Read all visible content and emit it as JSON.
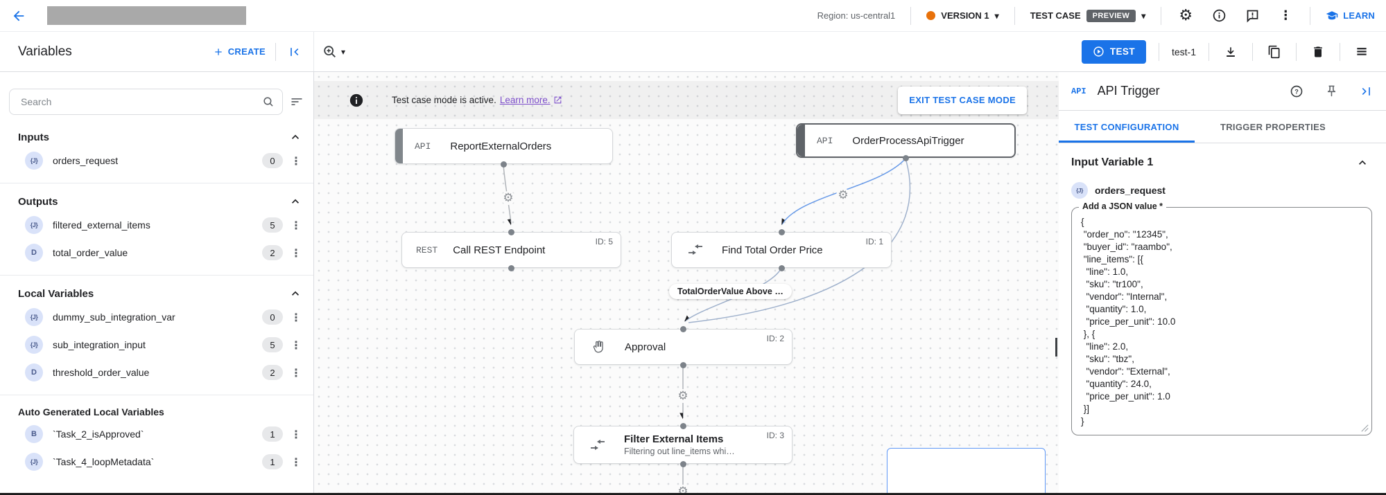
{
  "topbar": {
    "region": "Region: us-central1",
    "version": "VERSION 1",
    "test_case": "TEST CASE",
    "preview": "PREVIEW",
    "learn": "LEARN"
  },
  "toolbar": {
    "title": "Variables",
    "create": "CREATE",
    "test": "TEST",
    "test_case_name": "test-1"
  },
  "sidebar": {
    "search_placeholder": "Search",
    "sections": {
      "inputs": {
        "title": "Inputs"
      },
      "outputs": {
        "title": "Outputs"
      },
      "locals": {
        "title": "Local Variables"
      },
      "auto": {
        "title": "Auto Generated Local Variables"
      }
    },
    "vars": {
      "orders_request": {
        "name": "orders_request",
        "glyph": "{J}",
        "count": "0"
      },
      "filtered_external_items": {
        "name": "filtered_external_items",
        "glyph": "{J}",
        "count": "5"
      },
      "total_order_value": {
        "name": "total_order_value",
        "glyph": "D",
        "count": "2"
      },
      "dummy_sub_integration_var": {
        "name": "dummy_sub_integration_var",
        "glyph": "{J}",
        "count": "0"
      },
      "sub_integration_input": {
        "name": "sub_integration_input",
        "glyph": "{J}",
        "count": "5"
      },
      "threshold_order_value": {
        "name": "threshold_order_value",
        "glyph": "D",
        "count": "2"
      },
      "task2": {
        "name": "`Task_2_isApproved`",
        "glyph": "B",
        "count": "1"
      },
      "task4": {
        "name": "`Task_4_loopMetadata`",
        "glyph": "{J}",
        "count": "1"
      }
    }
  },
  "banner": {
    "message": "Test case mode is active.",
    "link": "Learn more.",
    "exit": "EXIT TEST CASE MODE"
  },
  "nodes": {
    "report": {
      "badge": "API",
      "label": "ReportExternalOrders"
    },
    "trigger": {
      "badge": "API",
      "label": "OrderProcessApiTrigger"
    },
    "rest": {
      "badge": "REST",
      "label": "Call REST Endpoint",
      "id": "ID: 5"
    },
    "find_total": {
      "label": "Find Total Order Price",
      "id": "ID: 1"
    },
    "approval": {
      "label": "Approval",
      "id": "ID: 2"
    },
    "filter": {
      "label": "Filter External Items",
      "subtitle": "Filtering out line_items whi…",
      "id": "ID: 3"
    }
  },
  "edge_label": "TotalOrderValue Above …",
  "panel": {
    "badge": "API",
    "title": "API Trigger",
    "tab_active": "TEST CONFIGURATION",
    "tab_inactive": "TRIGGER PROPERTIES",
    "section": "Input Variable 1",
    "var_glyph": "{J}",
    "var_name": "orders_request",
    "field_label": "Add a JSON value *",
    "json_value": "{\n \"order_no\": \"12345\",\n \"buyer_id\": \"raambo\",\n \"line_items\": [{\n  \"line\": 1.0,\n  \"sku\": \"tr100\",\n  \"vendor\": \"Internal\",\n  \"quantity\": 1.0,\n  \"price_per_unit\": 10.0\n }, {\n  \"line\": 2.0,\n  \"sku\": \"tbz\",\n  \"vendor\": \"External\",\n  \"quantity\": 24.0,\n  \"price_per_unit\": 1.0\n }]\n}"
  },
  "glyphs": {
    "caret": "▾",
    "more": "⋮",
    "gear": "⚙"
  },
  "colors": {
    "accent": "#1a73e8",
    "version_dot": "#e8710a",
    "preview_badge": "#5f6368",
    "link_purple": "#7c4dca",
    "selected_node_border": "#5f6368",
    "canvas_bg": "#fbfbfb"
  }
}
